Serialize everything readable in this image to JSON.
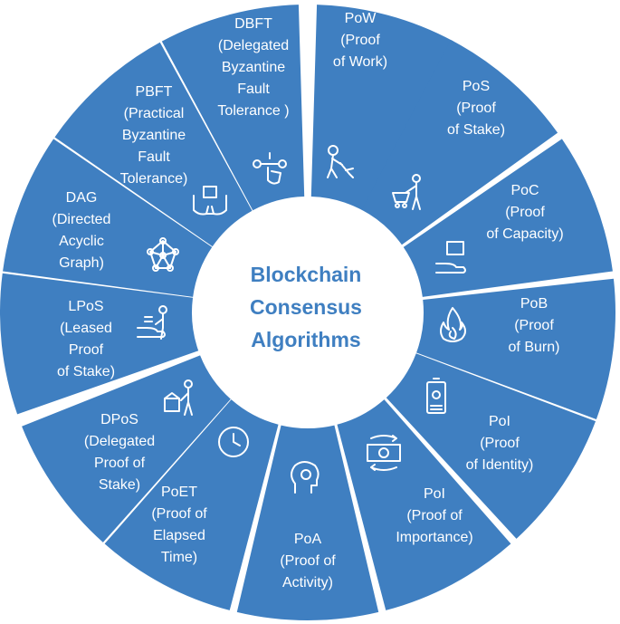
{
  "center_title": [
    "Blockchain",
    "Consensus",
    "Algorithms"
  ],
  "colors": {
    "segment": "#3f7fc1",
    "background": "#ffffff",
    "text_on_segment": "#ffffff",
    "title": "#3f7fc1"
  },
  "segments": [
    {
      "lines": [
        "PoW",
        "(Proof",
        "of Work)"
      ],
      "icon": "miner-icon"
    },
    {
      "lines": [
        "PoS",
        "(Proof",
        "of Stake)"
      ],
      "icon": "mine-cart-worker-icon"
    },
    {
      "lines": [
        "PoC",
        "(Proof",
        "of Capacity)"
      ],
      "icon": "hand-storage-icon"
    },
    {
      "lines": [
        "PoB",
        "(Proof",
        "of Burn)"
      ],
      "icon": "fire-icon"
    },
    {
      "lines": [
        "PoI",
        "(Proof",
        "of Identity)"
      ],
      "icon": "id-badge-icon"
    },
    {
      "lines": [
        "PoI",
        "(Proof of",
        "Importance)"
      ],
      "icon": "money-cycle-icon"
    },
    {
      "lines": [
        "PoA",
        "(Proof of",
        "Activity)"
      ],
      "icon": "brain-gear-icon"
    },
    {
      "lines": [
        "PoET",
        "(Proof of",
        "Elapsed",
        "Time)"
      ],
      "icon": "clock-icon"
    },
    {
      "lines": [
        "DPoS",
        "(Delegated",
        "Proof of",
        "Stake)"
      ],
      "icon": "person-box-icon"
    },
    {
      "lines": [
        "LPoS",
        "(Leased",
        "Proof",
        "of Stake)"
      ],
      "icon": "hand-person-icon"
    },
    {
      "lines": [
        "DAG",
        "(Directed",
        "Acyclic",
        "Graph)"
      ],
      "icon": "network-graph-icon"
    },
    {
      "lines": [
        "PBFT",
        "(Practical",
        "Byzantine",
        "Fault",
        "Tolerance)"
      ],
      "icon": "handshake-icon"
    },
    {
      "lines": [
        "DBFT",
        "(Delegated",
        "Byzantine",
        "Fault",
        "Tolerance )"
      ],
      "icon": "tap-nodes-icon"
    }
  ]
}
